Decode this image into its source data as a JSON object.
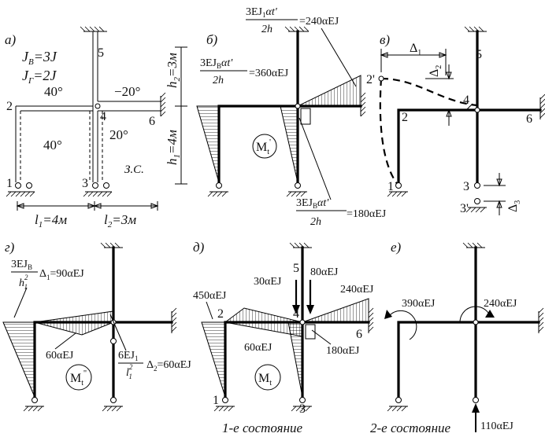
{
  "panels": {
    "a": {
      "letter": "а)",
      "jb": "J",
      "jb_sub": "В",
      "jb_val": "=3J",
      "jg": "J",
      "jg_sub": "Г",
      "jg_val": "=2J",
      "t_top_left": "40°",
      "t_top_right": "−20°",
      "t_inside": "40°",
      "t_right_low": "20°",
      "node_1": "1",
      "node_2": "2",
      "node_3": "3",
      "node_4": "4",
      "node_5": "5",
      "node_6": "6",
      "zs": "З.С.",
      "l1": "l",
      "l1_sub": "1",
      "l1_val": "=4м",
      "l2": "l",
      "l2_sub": "2",
      "l2_val": "=3м",
      "h1": "h",
      "h1_sub": "1",
      "h1_val": "=4м",
      "h2": "h",
      "h2_sub": "2",
      "h2_val": "=3м"
    },
    "b": {
      "letter": "б)",
      "top_num": "3EJ",
      "top_num_sub": "1",
      "top_num_rest": "αt'",
      "top_den": "2h",
      "top_val": "=240αEJ",
      "left_num": "3EJ",
      "left_num_sub": "B",
      "left_num_rest": "αt'",
      "left_den": "2h",
      "left_val": "=360αEJ",
      "bot_num": "3EJ",
      "bot_num_sub": "B",
      "bot_num_rest": "αt'",
      "bot_den": "2h",
      "bot_val": "=180αEJ",
      "m_label": "M",
      "m_sub": "t",
      "m_sup": "'"
    },
    "v": {
      "letter": "в)",
      "d1": "Δ",
      "d1_sub": "1",
      "d2": "Δ",
      "d2_sub": "2",
      "d3": "Δ",
      "d3_sub": "3",
      "node_2p": "2'",
      "node_2": "2",
      "node_4": "4",
      "node_5": "5",
      "node_6": "6",
      "node_1": "1",
      "node_3": "3",
      "node_3p": "3'"
    },
    "g": {
      "letter": "г)",
      "top_num": "3EJ",
      "top_num_sub": "B",
      "top_den": "h",
      "top_den_sup": "2",
      "top_den_sub": "1",
      "top_rest": "Δ",
      "top_rest_sub": "1",
      "top_val": "=90αEJ",
      "mid_val": "60αEJ",
      "right_num": "6EJ",
      "right_num_sub": "1",
      "right_den": "l",
      "right_den_sup": "2",
      "right_den_sub": "1",
      "right_rest": "Δ",
      "right_rest_sub": "2",
      "right_val": "=60αEJ",
      "m_label": "M",
      "m_sub": "t",
      "m_sup": "''"
    },
    "d": {
      "letter": "д)",
      "f30": "30αEJ",
      "f80": "80αEJ",
      "v450": "450αEJ",
      "v240": "240αEJ",
      "v60": "60αEJ",
      "v180": "180αEJ",
      "node_1": "1",
      "node_2": "2",
      "node_3": "3",
      "node_4": "4",
      "node_5": "5",
      "node_6": "6",
      "m_label": "M",
      "m_sub": "t",
      "caption": "1-е состояние"
    },
    "e": {
      "letter": "е)",
      "m390": "390αEJ",
      "m240": "240αEJ",
      "f110": "110αEJ",
      "caption": "2-е состояние"
    }
  }
}
